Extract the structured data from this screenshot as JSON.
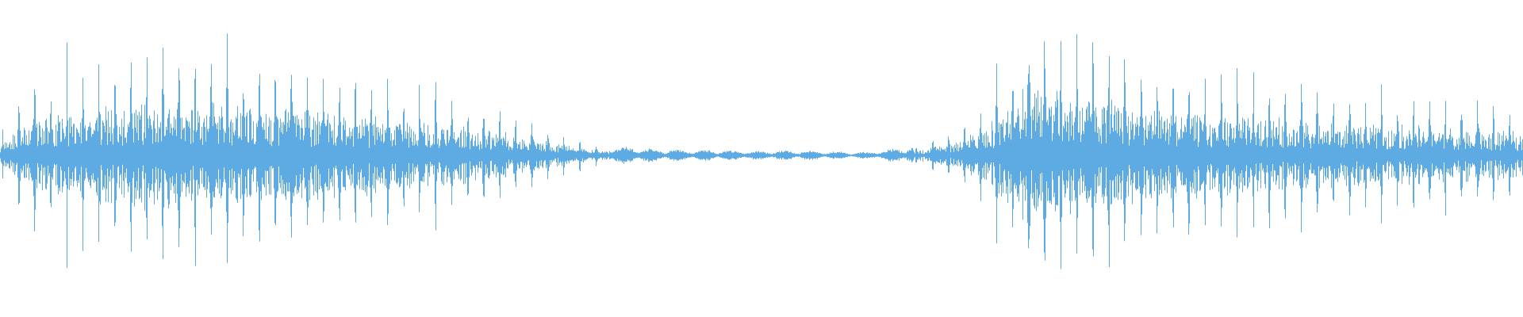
{
  "waveform": {
    "color": "#5DABE2",
    "background": "#FFFFFF",
    "envelope": [
      {
        "t": 0.0,
        "amp": 0.16
      },
      {
        "t": 0.02,
        "amp": 0.48
      },
      {
        "t": 0.05,
        "amp": 0.6
      },
      {
        "t": 0.09,
        "amp": 0.72
      },
      {
        "t": 0.11,
        "amp": 0.75
      },
      {
        "t": 0.14,
        "amp": 0.7
      },
      {
        "t": 0.19,
        "amp": 0.62
      },
      {
        "t": 0.24,
        "amp": 0.54
      },
      {
        "t": 0.29,
        "amp": 0.44
      },
      {
        "t": 0.33,
        "amp": 0.32
      },
      {
        "t": 0.36,
        "amp": 0.18
      },
      {
        "t": 0.39,
        "amp": 0.07
      },
      {
        "t": 0.43,
        "amp": 0.04
      },
      {
        "t": 0.48,
        "amp": 0.03
      },
      {
        "t": 0.53,
        "amp": 0.03
      },
      {
        "t": 0.57,
        "amp": 0.02
      },
      {
        "t": 0.6,
        "amp": 0.06
      },
      {
        "t": 0.63,
        "amp": 0.2
      },
      {
        "t": 0.65,
        "amp": 0.42
      },
      {
        "t": 0.67,
        "amp": 0.92
      },
      {
        "t": 0.69,
        "amp": 0.88
      },
      {
        "t": 0.72,
        "amp": 0.78
      },
      {
        "t": 0.76,
        "amp": 0.62
      },
      {
        "t": 0.82,
        "amp": 0.52
      },
      {
        "t": 0.88,
        "amp": 0.44
      },
      {
        "t": 0.94,
        "amp": 0.38
      },
      {
        "t": 1.0,
        "amp": 0.32
      }
    ],
    "pulse_count": 95
  }
}
